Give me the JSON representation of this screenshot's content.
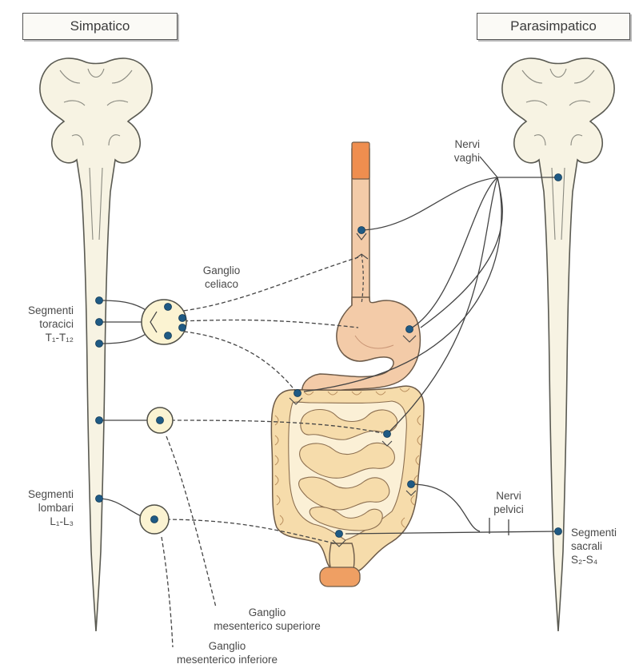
{
  "headers": {
    "sympathetic": "Simpatico",
    "parasympathetic": "Parasimpatico"
  },
  "labels": {
    "celiac_ganglion": [
      "Ganglio",
      "celiaco"
    ],
    "thoracic_segments": [
      "Segmenti",
      "toracici",
      "T₁-T₁₂"
    ],
    "lumbar_segments": [
      "Segmenti",
      "lombari",
      "L₁-L₃"
    ],
    "vagus_nerves": [
      "Nervi",
      "vaghi"
    ],
    "pelvic_nerves": [
      "Nervi",
      "pelvici"
    ],
    "sacral_segments": [
      "Segmenti",
      "sacrali",
      "S₂-S₄"
    ],
    "superior_mesenteric_ganglion": [
      "Ganglio",
      "mesenterico superiore"
    ],
    "inferior_mesenteric_ganglion": [
      "Ganglio",
      "mesenterico inferiore"
    ]
  },
  "colors": {
    "cord_fill": "#f7f3e3",
    "cord_stroke": "#5a5a52",
    "gut_fill": "#f6dcab",
    "gut_shade": "#e9bf82",
    "stomach_fill": "#f3cba8",
    "esophagus_top": "#ef8e4f",
    "nerve_dot": "#1f5a84",
    "nerve_line": "#444444"
  }
}
